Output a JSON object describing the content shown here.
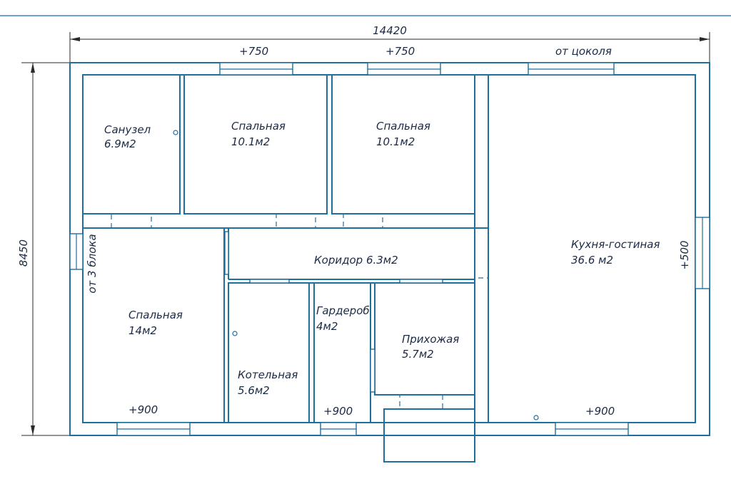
{
  "plan": {
    "overall": {
      "width": "14420",
      "height": "8450"
    },
    "notes": {
      "top_left": "+750",
      "top_mid": "+750",
      "top_right": "от цоколя",
      "left_block": "от 3 блока",
      "right_side": "+500"
    },
    "rooms": [
      {
        "id": "sanuzel",
        "name": "Санузел",
        "area": "6.9м2"
      },
      {
        "id": "bed1",
        "name": "Спальная",
        "area": "10.1м2"
      },
      {
        "id": "bed2",
        "name": "Спальная",
        "area": "10.1м2"
      },
      {
        "id": "kitchen",
        "name": "Кухня-гостиная",
        "area": "36.6 м2"
      },
      {
        "id": "corridor",
        "name": "Коридор",
        "area": "6.3м2"
      },
      {
        "id": "bed3",
        "name": "Спальная",
        "area": "14м2"
      },
      {
        "id": "boiler",
        "name": "Котельная",
        "area": "5.6м2"
      },
      {
        "id": "wardrobe",
        "name": "Гардероб",
        "area": "4м2"
      },
      {
        "id": "hall",
        "name": "Прихожая",
        "area": "5.7м2"
      }
    ],
    "window_marks": {
      "bed3": "+900",
      "wardrobe": "+900",
      "kitchen": "+900"
    }
  }
}
